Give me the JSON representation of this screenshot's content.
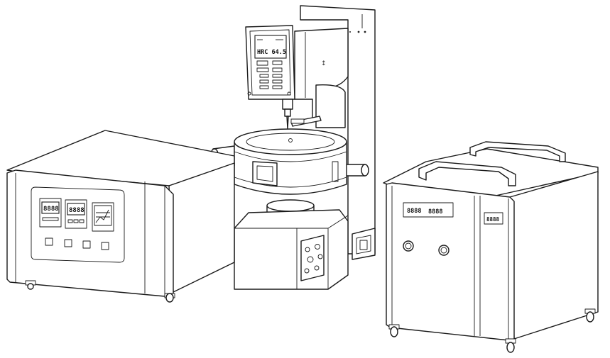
{
  "scene": {
    "left_controller": {
      "display_1": "8888",
      "display_2": "8888"
    },
    "tester_head": {
      "lcd_reading": "HRC 64.5"
    },
    "right_cabinet": {
      "display_wide_1": "8888",
      "display_wide_2": "8888",
      "display_side": "8888"
    }
  }
}
